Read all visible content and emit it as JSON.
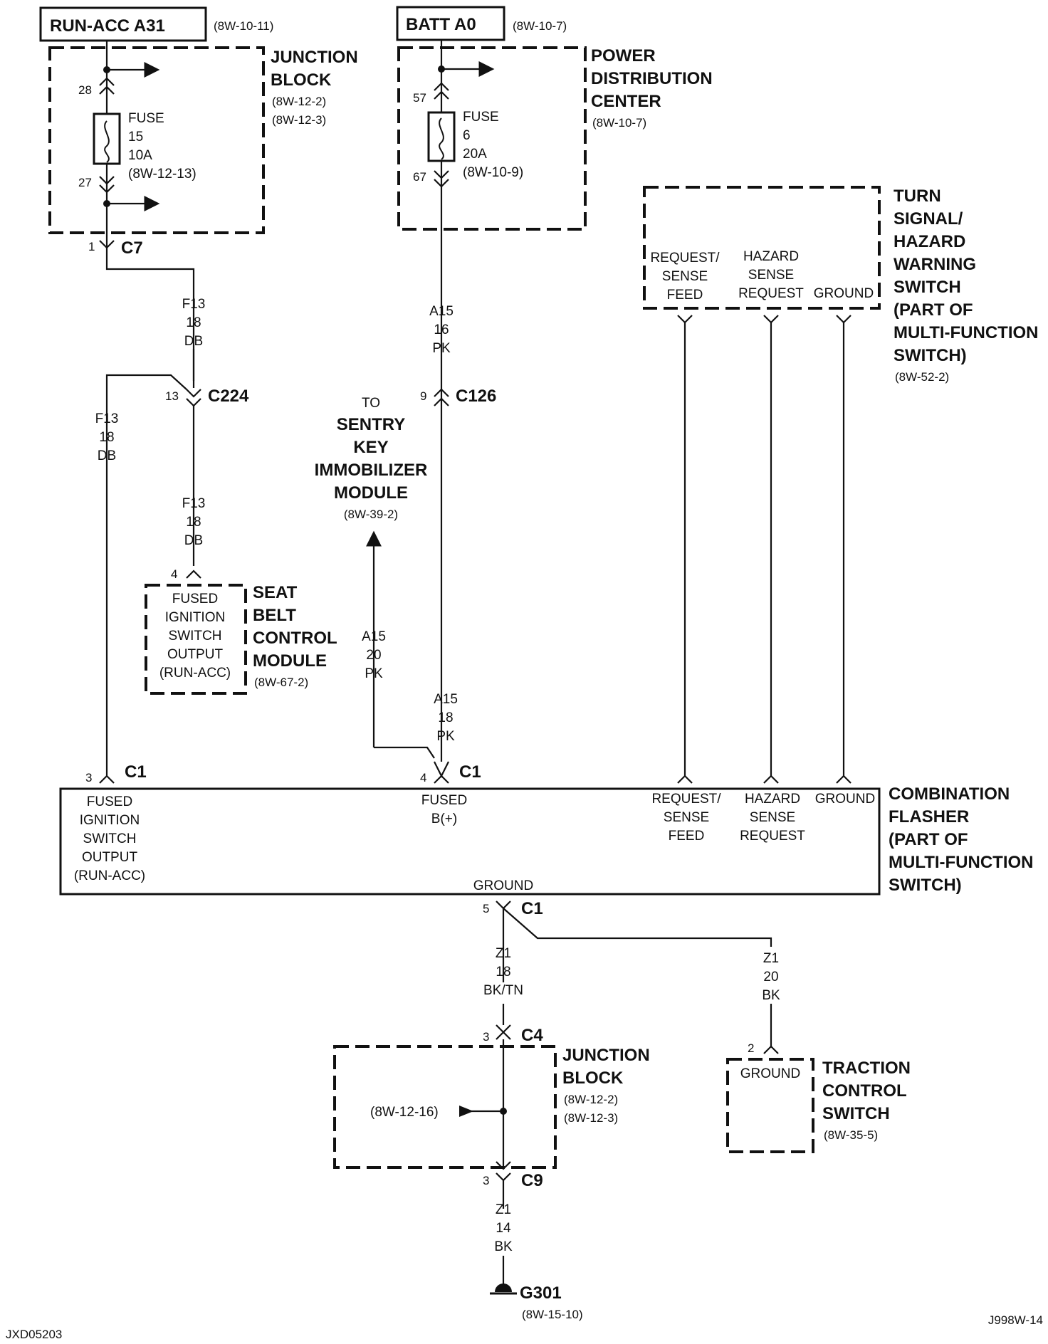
{
  "sources": {
    "run_acc": {
      "label": "RUN-ACC A31",
      "ref": "(8W-10-11)"
    },
    "batt": {
      "label": "BATT A0",
      "ref": "(8W-10-7)"
    }
  },
  "junction_block_top": {
    "title": [
      "JUNCTION",
      "BLOCK"
    ],
    "refs": [
      "(8W-12-2)",
      "(8W-12-3)"
    ],
    "fuse": [
      "FUSE",
      "15",
      "10A",
      "(8W-12-13)"
    ],
    "pin_in": "28",
    "pin_out": "27"
  },
  "pdc": {
    "title": [
      "POWER",
      "DISTRIBUTION",
      "CENTER"
    ],
    "ref": "(8W-10-7)",
    "fuse": [
      "FUSE",
      "6",
      "20A",
      "(8W-10-9)"
    ],
    "pin_in": "57",
    "pin_out": "67"
  },
  "turn_signal": {
    "title": [
      "TURN",
      "SIGNAL/",
      "HAZARD",
      "WARNING",
      "SWITCH",
      "(PART OF",
      "MULTI-FUNCTION",
      "SWITCH)"
    ],
    "ref": "(8W-52-2)",
    "pins": [
      [
        "REQUEST/",
        "SENSE",
        "FEED"
      ],
      [
        "HAZARD",
        "SENSE",
        "REQUEST"
      ],
      [
        "GROUND"
      ]
    ]
  },
  "connectors": {
    "c7": {
      "name": "C7",
      "pin": "1"
    },
    "c224": {
      "name": "C224",
      "pin": "13"
    },
    "c126": {
      "name": "C126",
      "pin": "9"
    },
    "c1_a": {
      "name": "C1",
      "pin": "3"
    },
    "c1_b": {
      "name": "C1",
      "pin": "4"
    },
    "c1_c": {
      "name": "C1",
      "pin": "5"
    },
    "c4": {
      "name": "C4",
      "pin": "3"
    },
    "c9": {
      "name": "C9",
      "pin": "3"
    },
    "seatbelt_pin": "4",
    "traction_pin": "2"
  },
  "wires": {
    "f13_top": [
      "F13",
      "18",
      "DB"
    ],
    "f13_left": [
      "F13",
      "18",
      "DB"
    ],
    "f13_seat": [
      "F13",
      "18",
      "DB"
    ],
    "a15_top": [
      "A15",
      "16",
      "PK"
    ],
    "a15_sentry": [
      "A15",
      "20",
      "PK"
    ],
    "a15_bottom": [
      "A15",
      "18",
      "PK"
    ],
    "z1_main": [
      "Z1",
      "18",
      "BK/TN"
    ],
    "z1_traction": [
      "Z1",
      "20",
      "BK"
    ],
    "z1_ground": [
      "Z1",
      "14",
      "BK"
    ]
  },
  "sentry": {
    "to": "TO",
    "title": [
      "SENTRY",
      "KEY",
      "IMMOBILIZER",
      "MODULE"
    ],
    "ref": "(8W-39-2)"
  },
  "seat_belt": {
    "pin_text": [
      "FUSED",
      "IGNITION",
      "SWITCH",
      "OUTPUT",
      "(RUN-ACC)"
    ],
    "title": [
      "SEAT",
      "BELT",
      "CONTROL",
      "MODULE"
    ],
    "ref": "(8W-67-2)"
  },
  "flasher": {
    "pins": {
      "fused_ign": [
        "FUSED",
        "IGNITION",
        "SWITCH",
        "OUTPUT",
        "(RUN-ACC)"
      ],
      "fused_b": [
        "FUSED",
        "B(+)"
      ],
      "req": [
        "REQUEST/",
        "SENSE",
        "FEED"
      ],
      "hazard": [
        "HAZARD",
        "SENSE",
        "REQUEST"
      ],
      "ground": [
        "GROUND"
      ],
      "ground_bottom": "GROUND"
    },
    "title": [
      "COMBINATION",
      "FLASHER",
      "(PART OF",
      "MULTI-FUNCTION",
      "SWITCH)"
    ]
  },
  "junction_block_bottom": {
    "title": [
      "JUNCTION",
      "BLOCK"
    ],
    "refs": [
      "(8W-12-2)",
      "(8W-12-3)"
    ],
    "splice_ref": "(8W-12-16)"
  },
  "traction": {
    "pin_text": "GROUND",
    "title": [
      "TRACTION",
      "CONTROL",
      "SWITCH"
    ],
    "ref": "(8W-35-5)"
  },
  "ground": {
    "name": "G301",
    "ref": "(8W-15-10)"
  },
  "footer": {
    "left": "JXD05203",
    "right": "J998W-14"
  }
}
